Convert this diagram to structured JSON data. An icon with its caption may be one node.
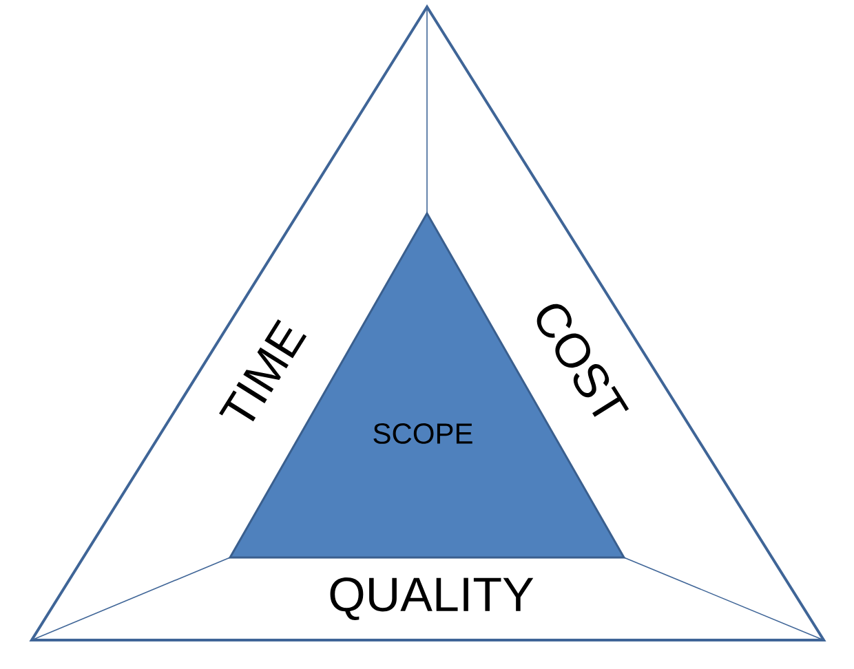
{
  "diagram": {
    "nodes": [
      {
        "text": [
          "TIME",
          "COST",
          "QUALITY"
        ]
      },
      {
        "text": [
          "SCOPE"
        ],
        "in": 0
      }
    ]
  }
}
